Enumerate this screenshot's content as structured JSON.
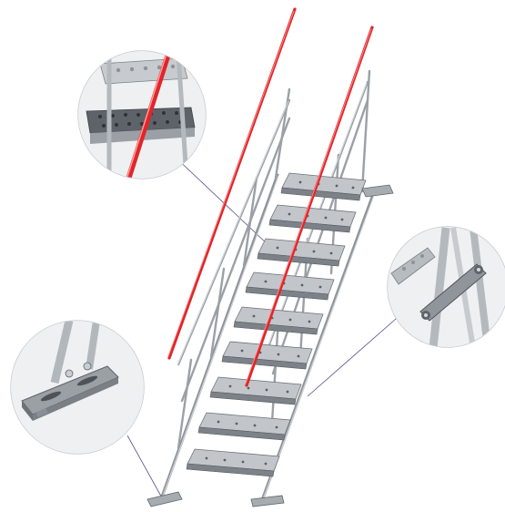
{
  "image": {
    "kind": "product-render",
    "subject": "aluminium-stair",
    "steps_visible": 9,
    "zoom_callouts": 3,
    "colors": {
      "background": "#ffffff",
      "handrail": "#e0262a",
      "metal": "#a7acb1",
      "metal_dark": "#6d7379",
      "leader_line": "#5a4b8a",
      "callout_ring": "#c9cbd0"
    }
  }
}
